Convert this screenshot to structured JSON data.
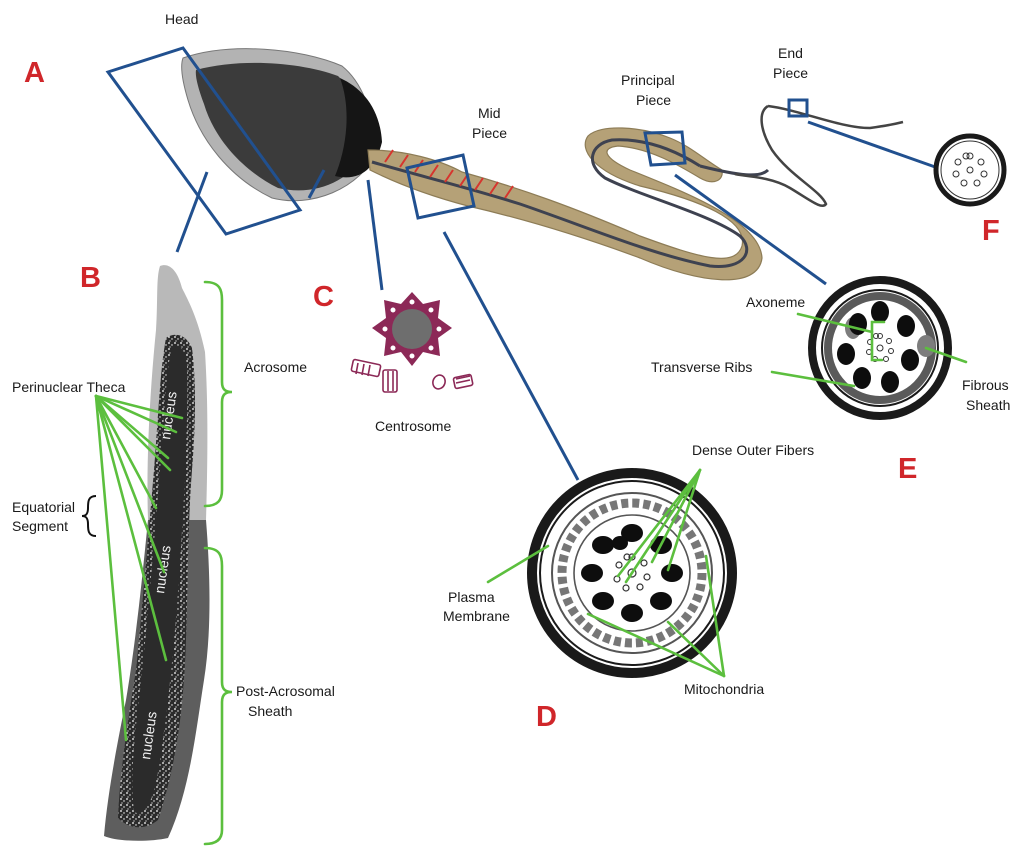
{
  "panels": {
    "a": "A",
    "b": "B",
    "c": "C",
    "d": "D",
    "e": "E",
    "f": "F"
  },
  "labels": {
    "head": "Head",
    "mid_piece": [
      "Mid",
      "Piece"
    ],
    "principal_piece": [
      "Principal",
      "Piece"
    ],
    "end_piece": [
      "End",
      "Piece"
    ],
    "perinuclear_theca": "Perinuclear Theca",
    "acrosome": "Acrosome",
    "equatorial_segment": [
      "Equatorial",
      "Segment"
    ],
    "post_acrosomal_sheath": [
      "Post-Acrosomal",
      "Sheath"
    ],
    "nucleus": "nucleus",
    "centrosome": "Centrosome",
    "dense_outer_fibers": "Dense Outer Fibers",
    "plasma_membrane": [
      "Plasma",
      "Membrane"
    ],
    "mitochondria": "Mitochondria",
    "axoneme": "Axoneme",
    "transverse_ribs": "Transverse Ribs",
    "fibrous_sheath": [
      "Fibrous",
      "Sheath"
    ]
  },
  "colors": {
    "panel_letter": "#d0262a",
    "callout_box": "#21508f",
    "pointer": "#5cbf3e",
    "bracket_equatorial": "#111111",
    "midpiece_fill": "#b5a177",
    "acrosome_gray": "#b9b9b9",
    "nucleus_dark": "#2b2b2b",
    "centrosome": "#8c2957"
  }
}
